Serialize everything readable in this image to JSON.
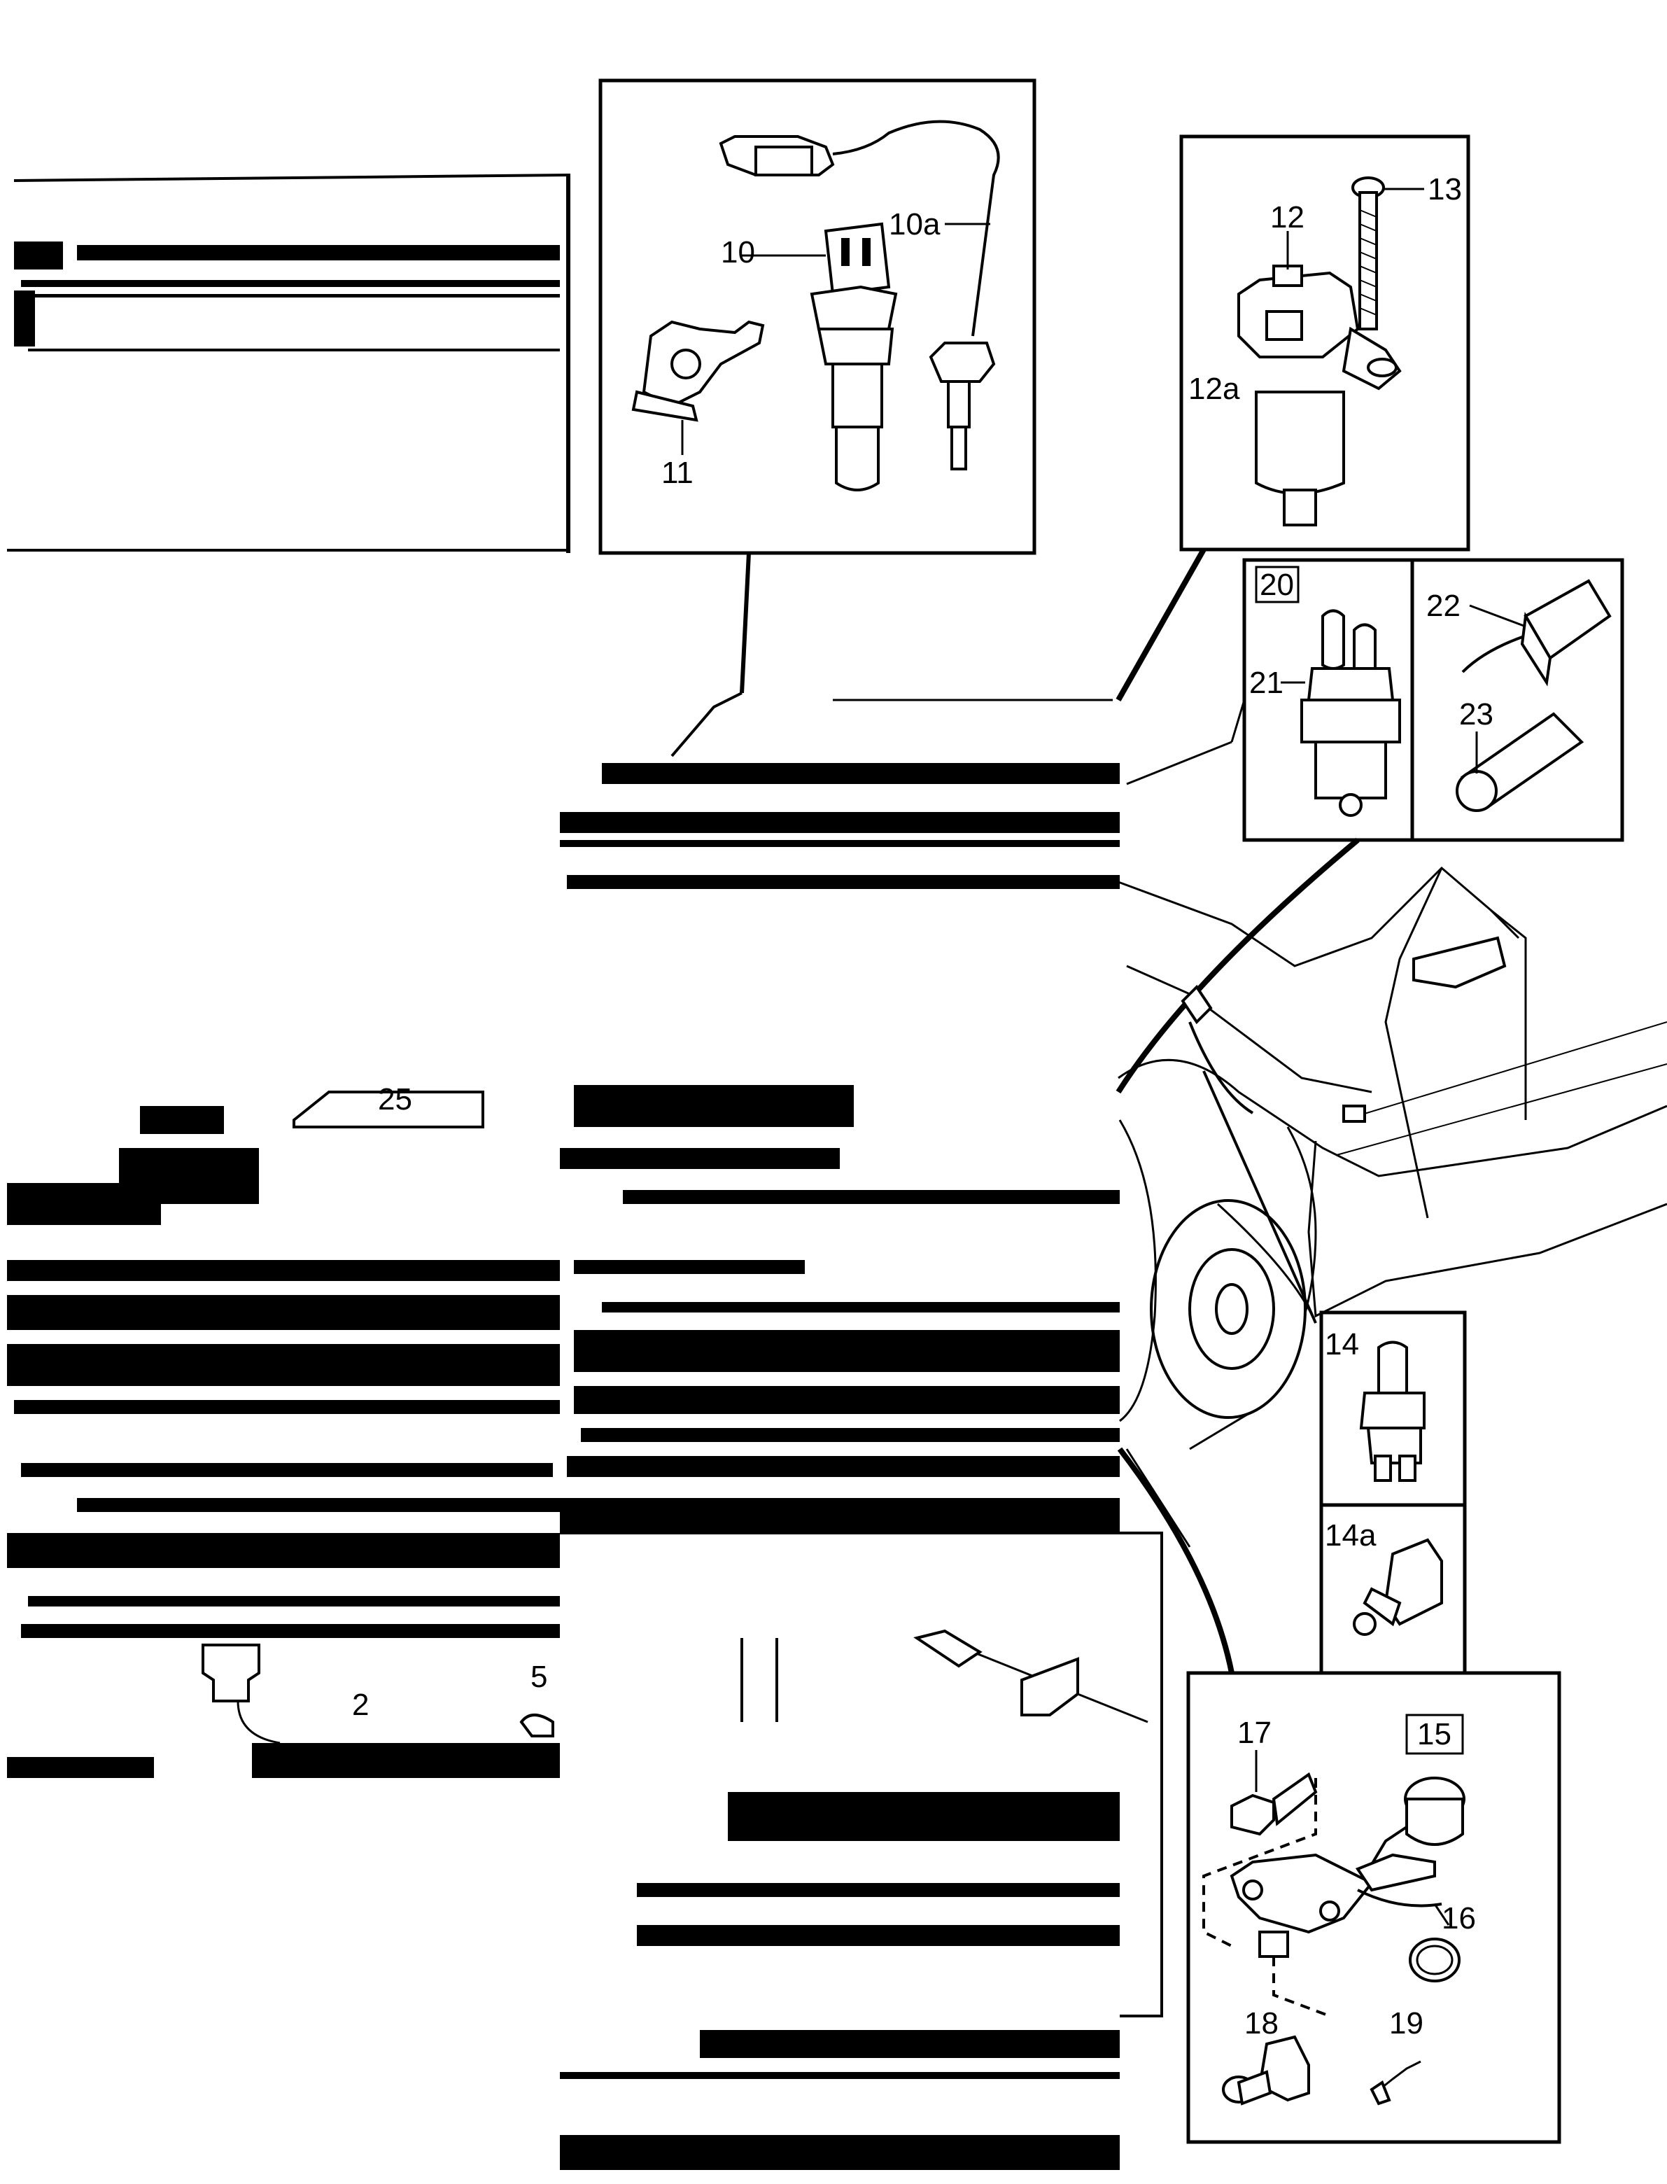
{
  "labels": {
    "p2": "2",
    "p5": "5",
    "p10": "10",
    "p10a": "10a",
    "p11": "11",
    "p12": "12",
    "p12a": "12a",
    "p13": "13",
    "p14": "14",
    "p14a": "14a",
    "p15": "15",
    "p16": "16",
    "p17": "17",
    "p18": "18",
    "p19": "19",
    "p20": "20",
    "p21": "21",
    "p22": "22",
    "p23": "23",
    "p25": "25"
  },
  "colors": {
    "line": "#000000",
    "background": "#ffffff"
  }
}
